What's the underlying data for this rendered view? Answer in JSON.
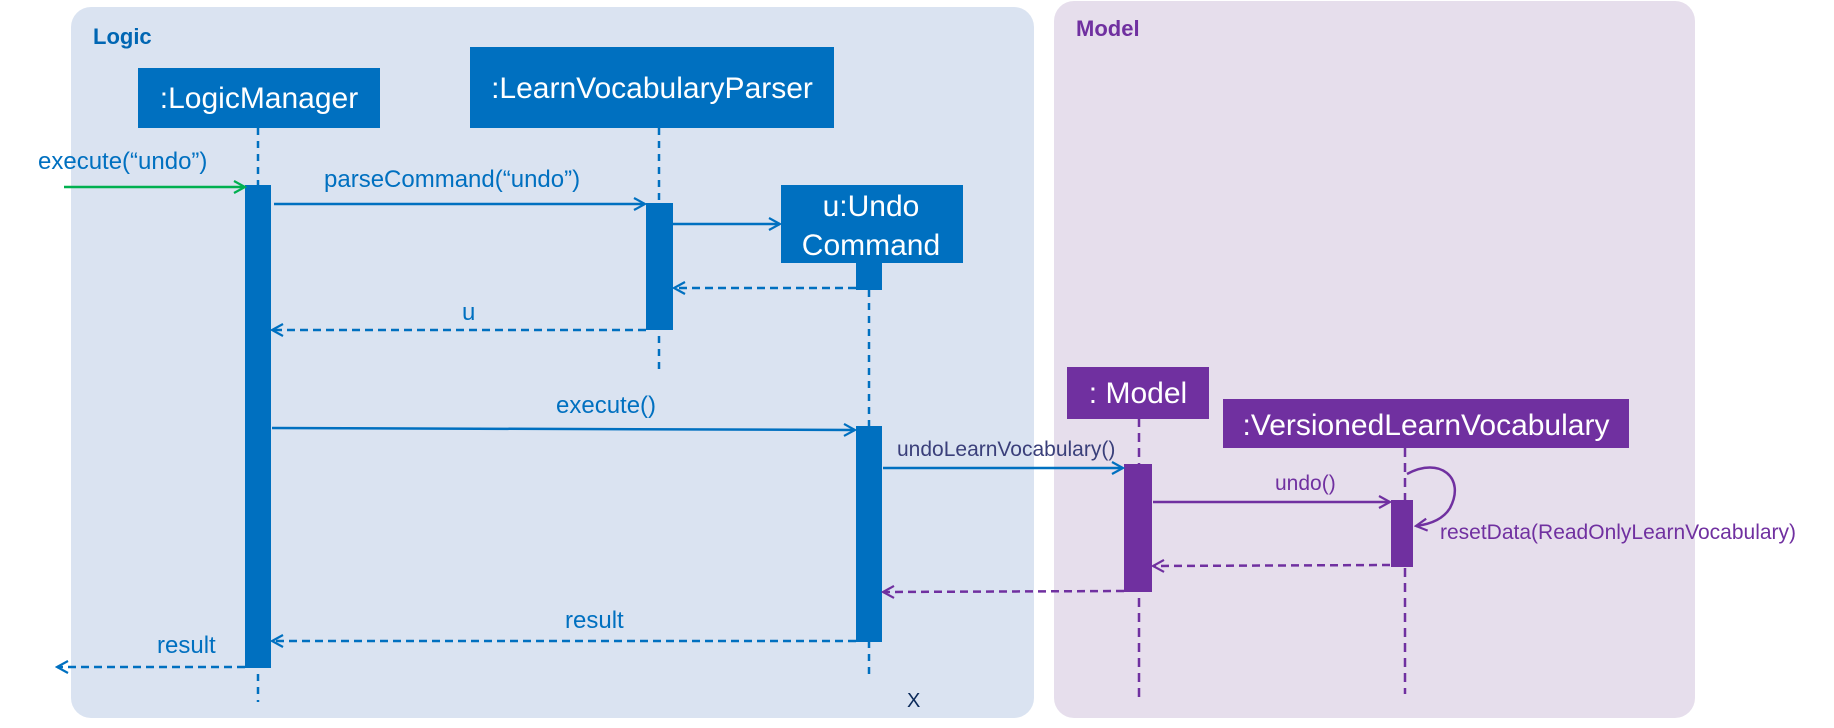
{
  "packages": {
    "logic": {
      "label": "Logic",
      "color": "#0066b3",
      "background": "#dae3f1"
    },
    "model": {
      "label": "Model",
      "color": "#7030a0",
      "background": "#e6deec"
    }
  },
  "participants": {
    "logic_manager": ":LogicManager",
    "parser": ":LearnVocabularyParser",
    "undo_command_line1": "u:Undo",
    "undo_command_line2": "Command",
    "model": ": Model",
    "versioned": ":VersionedLearnVocabulary"
  },
  "messages": {
    "execute_undo": "execute(“undo”)",
    "parse_command": "parseCommand(“undo”)",
    "return_u": "u",
    "execute": "execute()",
    "undo_learn_vocabulary": "undoLearnVocabulary()",
    "undo": "undo()",
    "reset_data": "resetData(ReadOnlyLearnVocabulary)",
    "result_to_manager": "result",
    "result_out": "result",
    "destroy_mark": "X"
  },
  "colors": {
    "logic_blue": "#0070c0",
    "model_purple": "#7030a0",
    "entry_arrow_green": "#00b050"
  }
}
